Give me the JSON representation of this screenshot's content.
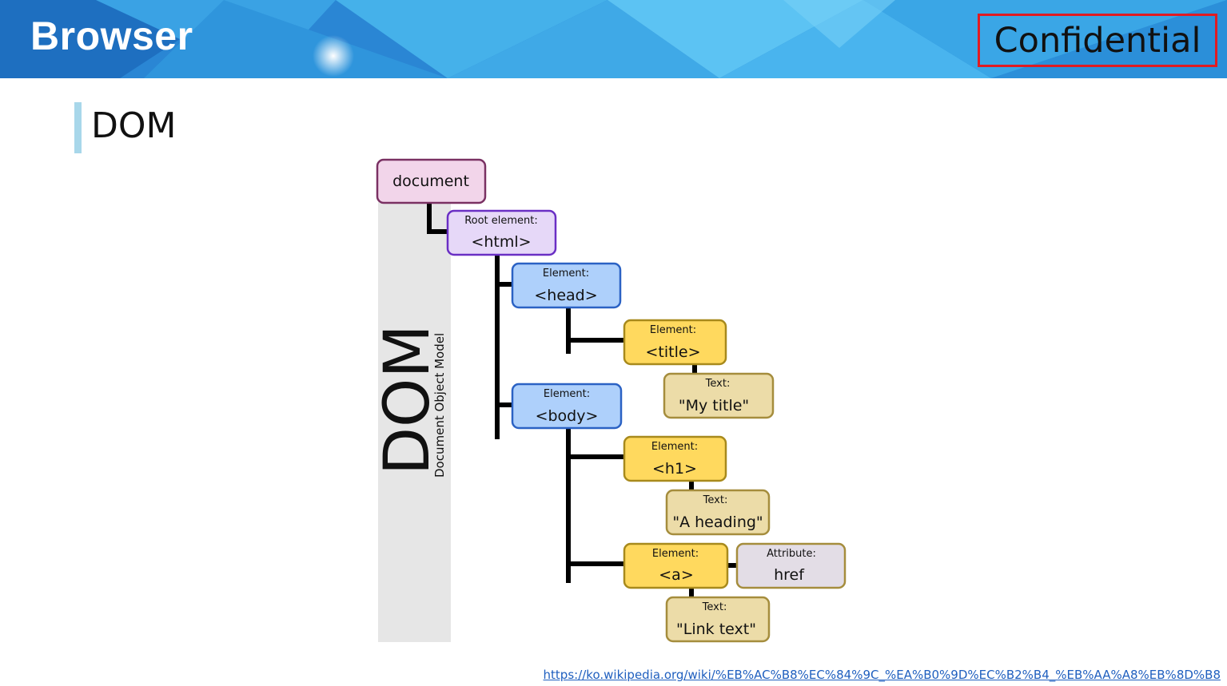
{
  "header": {
    "brand": "Browser",
    "badge": "Confidential"
  },
  "page": {
    "title": "DOM"
  },
  "diagram": {
    "side_big": "DOM",
    "side_small": "Document Object Model",
    "nodes": {
      "document": {
        "sub": "",
        "main": "document"
      },
      "html": {
        "sub": "Root element:",
        "main": "<html>"
      },
      "head": {
        "sub": "Element:",
        "main": "<head>"
      },
      "title_el": {
        "sub": "Element:",
        "main": "<title>"
      },
      "title_text": {
        "sub": "Text:",
        "main": "\"My title\""
      },
      "body": {
        "sub": "Element:",
        "main": "<body>"
      },
      "h1": {
        "sub": "Element:",
        "main": "<h1>"
      },
      "h1_text": {
        "sub": "Text:",
        "main": "\"A heading\""
      },
      "a": {
        "sub": "Element:",
        "main": "<a>"
      },
      "href": {
        "sub": "Attribute:",
        "main": "href"
      },
      "a_text": {
        "sub": "Text:",
        "main": "\"Link text\""
      }
    },
    "colors": {
      "document_fill": "#f2d5ea",
      "document_stroke": "#7a3163",
      "html_fill": "#e6d8f8",
      "html_stroke": "#6a2fc4",
      "blue_fill": "#aed0fb",
      "blue_stroke": "#2b62c4",
      "yellow_fill": "#ffd95e",
      "yellow_stroke": "#a88a1c",
      "tan_fill": "#ecdca8",
      "tan_stroke": "#a58d3d",
      "attr_fill": "#e3dde6",
      "attr_stroke": "#a58d3d",
      "side_band": "#e6e6e6"
    }
  },
  "footer": {
    "url": "https://ko.wikipedia.org/wiki/%EB%AC%B8%EC%84%9C_%EA%B0%9D%EC%B2%B4_%EB%AA%A8%EB%8D%B8"
  }
}
